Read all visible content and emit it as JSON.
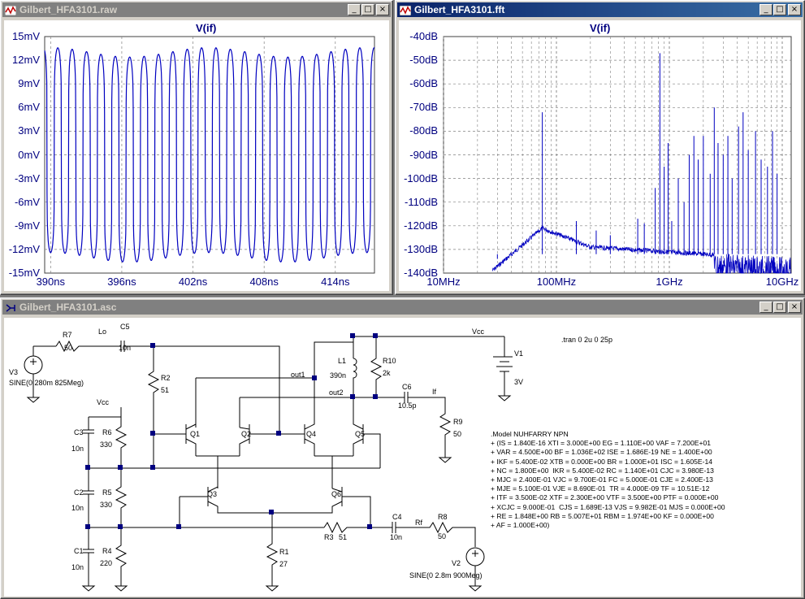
{
  "windows": {
    "raw": {
      "title": "Gilbert_HFA3101.raw"
    },
    "fft": {
      "title": "Gilbert_HFA3101.fft"
    },
    "asc": {
      "title": "Gilbert_HFA3101.asc"
    }
  },
  "titlebar_buttons": {
    "minimize": "_",
    "maximize": "□",
    "close": "×"
  },
  "raw_plot": {
    "trace": "V(if)",
    "y_ticks": [
      "15mV",
      "12mV",
      "9mV",
      "6mV",
      "3mV",
      "0mV",
      "-3mV",
      "-6mV",
      "-9mV",
      "-12mV",
      "-15mV"
    ],
    "x_ticks": [
      "390ns",
      "396ns",
      "402ns",
      "408ns",
      "414ns"
    ]
  },
  "fft_plot": {
    "trace": "V(if)",
    "y_ticks": [
      "-40dB",
      "-50dB",
      "-60dB",
      "-70dB",
      "-80dB",
      "-90dB",
      "-100dB",
      "-110dB",
      "-120dB",
      "-130dB",
      "-140dB"
    ],
    "x_ticks": [
      "10MHz",
      "100MHz",
      "1GHz",
      "10GHz"
    ]
  },
  "chart_data": [
    {
      "type": "line",
      "series": [
        {
          "name": "V(if)",
          "description_values": "periodic waveform ~1.2GHz dominant, swing -13mV to +13mV"
        }
      ],
      "xlim": [
        "389ns",
        "417ns"
      ],
      "ylim": [
        -15,
        15
      ],
      "y_unit": "mV",
      "grid": true
    },
    {
      "type": "line",
      "series": [
        {
          "name": "V(if)"
        }
      ],
      "x_scale": "log",
      "xlim": [
        "10MHz",
        "12GHz"
      ],
      "ylim": [
        -140,
        -40
      ],
      "y_unit": "dB",
      "peaks": [
        {
          "x": "75MHz",
          "y": -72
        },
        {
          "x": "825MHz",
          "y": -47
        },
        {
          "x": "975MHz",
          "y": -85
        },
        {
          "x": "1.65GHz",
          "y": -82
        },
        {
          "x": "2.5GHz",
          "y": -70
        },
        {
          "x": "4.1GHz",
          "y": -78
        }
      ],
      "grid": true
    }
  ],
  "schematic": {
    "labels": {
      "r7": "R7",
      "r7v": "50",
      "lo": "Lo",
      "c5": "C5",
      "c5v": "10n",
      "v3": "V3",
      "v3v": "SINE(0 280m 825Meg)",
      "r2": "R2",
      "r2v": "51",
      "out1": "out1",
      "out2": "out2",
      "l1": "L1",
      "l1v": "390n",
      "r10": "R10",
      "r10v": "2k",
      "vcc1": "Vcc",
      "vcc2": "Vcc",
      "v1": "V1",
      "v1v": "3V",
      "c6": "C6",
      "c6v": "10.5p",
      "if": "If",
      "r9": "R9",
      "r9v": "50",
      "c3": "C3",
      "c3v": "10n",
      "r6": "R6",
      "r6v": "330",
      "c2": "C2",
      "c2v": "10n",
      "r5": "R5",
      "r5v": "330",
      "c1": "C1",
      "c1v": "10n",
      "r4": "R4",
      "r4v": "220",
      "q1": "Q1",
      "q2": "Q2",
      "q3": "Q3",
      "q4": "Q4",
      "q5": "Q5",
      "q6": "Q6",
      "r3": "R3",
      "r3v": "51",
      "r1": "R1",
      "r1v": "27",
      "c4": "C4",
      "c4v": "10n",
      "rf": "Rf",
      "r8": "R8",
      "r8v": "50",
      "v2": "V2",
      "v2v": "SINE(0 2.8m 900Meg)",
      "tran": ".tran 0 2u 0 25p"
    },
    "model": ".Model NUHFARRY NPN\n+ (IS = 1.840E-16 XTI = 3.000E+00 EG = 1.110E+00 VAF = 7.200E+01\n+ VAR = 4.500E+00 BF = 1.036E+02 ISE = 1.686E-19 NE = 1.400E+00\n+ IKF = 5.400E-02 XTB = 0.000E+00 BR = 1.000E+01 ISC = 1.605E-14\n+ NC = 1.800E+00  IKR = 5.400E-02 RC = 1.140E+01 CJC = 3.980E-13\n+ MJC = 2.400E-01 VJC = 9.700E-01 FC = 5.000E-01 CJE = 2.400E-13\n+ MJE = 5.100E-01 VJE = 8.690E-01  TR = 4.000E-09 TF = 10.51E-12\n+ ITF = 3.500E-02 XTF = 2.300E+00 VTF = 3.500E+00 PTF = 0.000E+00\n+ XCJC = 9.000E-01  CJS = 1.689E-13 VJS = 9.982E-01 MJS = 0.000E+00\n+ RE = 1.848E+00 RB = 5.007E+01 RBM = 1.974E+00 KF = 0.000E+00\n+ AF = 1.000E+00)"
  },
  "colors": {
    "trace": "#0000c0",
    "axis_text": "#000080",
    "grid": "#808080"
  }
}
